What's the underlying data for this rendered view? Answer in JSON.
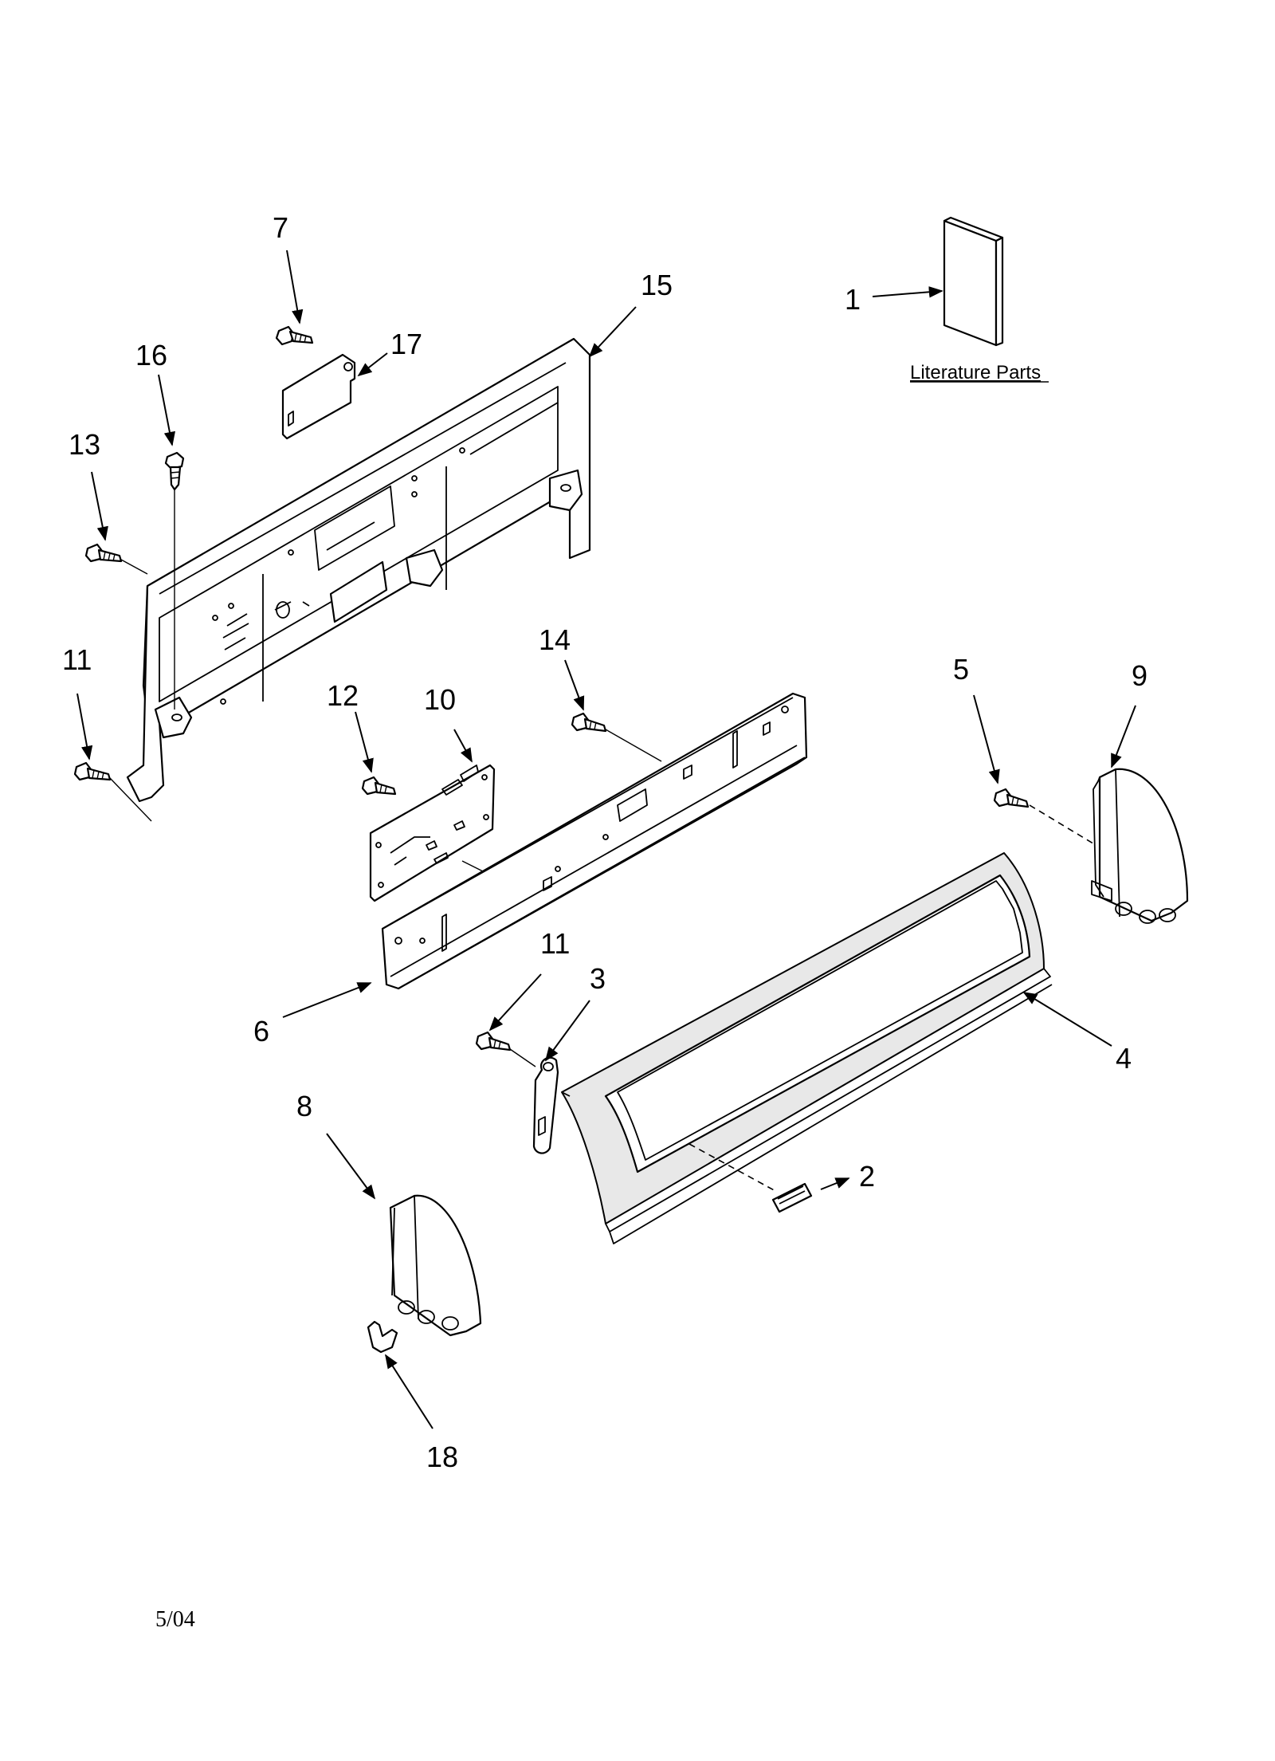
{
  "callouts": {
    "c1": "1",
    "c2": "2",
    "c3": "3",
    "c4": "4",
    "c5": "5",
    "c6": "6",
    "c7": "7",
    "c8": "8",
    "c9": "9",
    "c10": "10",
    "c11a": "11",
    "c11b": "11",
    "c12": "12",
    "c13": "13",
    "c14": "14",
    "c15": "15",
    "c16": "16",
    "c17": "17",
    "c18": "18"
  },
  "literature_label": "Literature Parts",
  "date_code": "5/04",
  "icons": {
    "arrowhead": "arrowhead-icon",
    "screw": "screw-icon"
  }
}
